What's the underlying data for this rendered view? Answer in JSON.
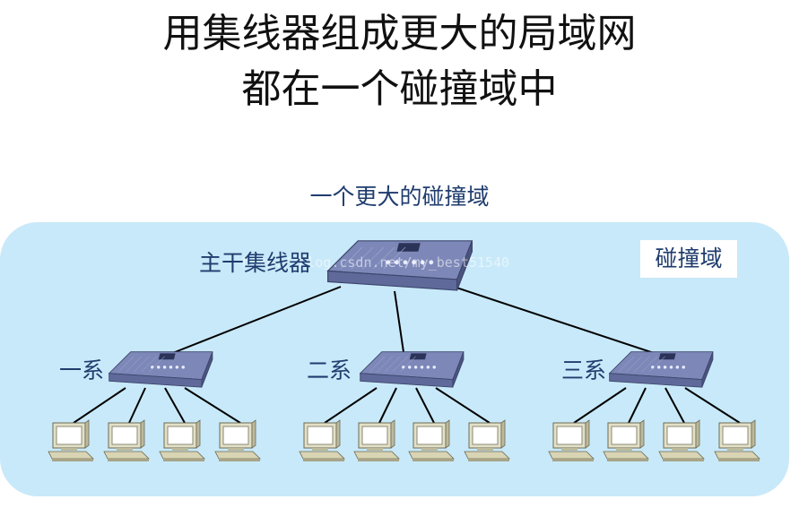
{
  "title": {
    "line1": "用集线器组成更大的局域网",
    "line2": "都在一个碰撞域中"
  },
  "larger_domain_label": "一个更大的碰撞域",
  "domain_box_label": "碰撞域",
  "backbone_hub": {
    "label": "主干集线器"
  },
  "departments": [
    {
      "label": "一系",
      "computers": 4
    },
    {
      "label": "二系",
      "computers": 4
    },
    {
      "label": "三系",
      "computers": 4
    }
  ],
  "watermark": "http://blog.csdn.net/my_best51540",
  "colors": {
    "domain_fill": "#c8e9f9",
    "label_text": "#1f3c6e",
    "hub_body": "#5f6a9a",
    "link_line": "#000000"
  }
}
